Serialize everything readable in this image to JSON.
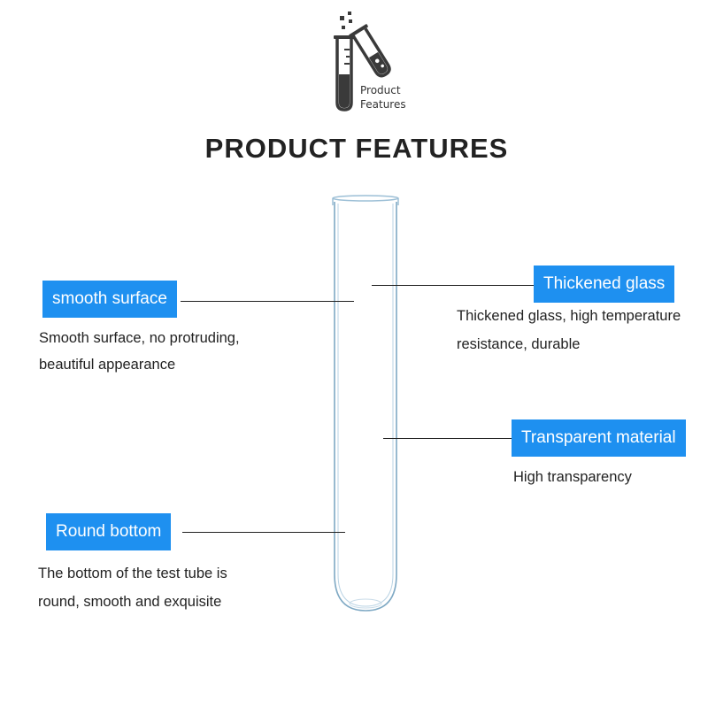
{
  "colors": {
    "label_bg": "#1e90f0",
    "label_text": "#ffffff",
    "body_text": "#222222",
    "tube_glass": "#7fa9c4",
    "logo": "#3a3a3a"
  },
  "logo": {
    "icon": "test-tubes-icon",
    "line1": "Product",
    "line2": "Features"
  },
  "title": "PRODUCT FEATURES",
  "features": {
    "smooth": {
      "label": "smooth surface",
      "desc_line1": "Smooth surface, no protruding,",
      "desc_line2": "beautiful appearance"
    },
    "thick": {
      "label": "Thickened glass",
      "desc_line1": "Thickened glass, high temperature",
      "desc_line2": "resistance, durable"
    },
    "transparent": {
      "label": "Transparent material",
      "desc_line1": "High transparency"
    },
    "round": {
      "label": "Round bottom",
      "desc_line1": "The bottom of the test tube is",
      "desc_line2": "round, smooth and exquisite"
    }
  }
}
